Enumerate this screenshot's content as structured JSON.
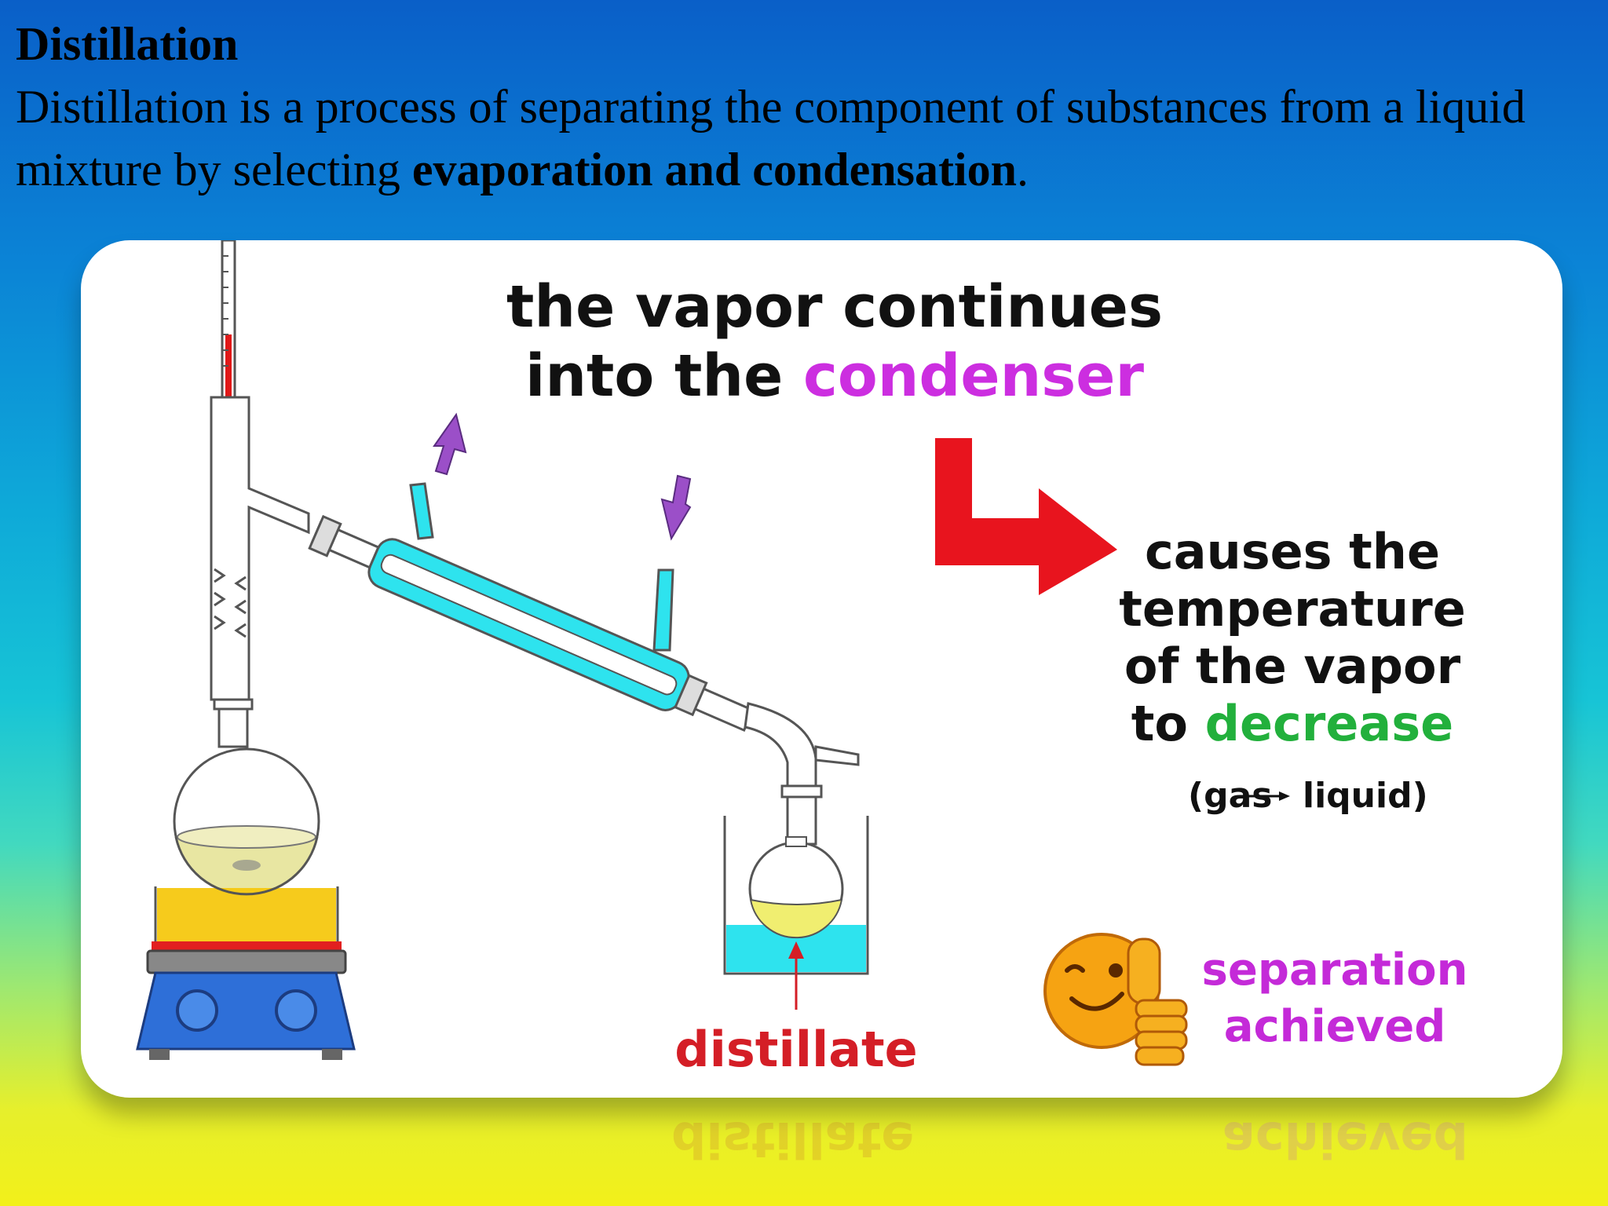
{
  "heading": {
    "title": "Distillation",
    "desc_part1": "Distillation is a process of separating the component of substances from a liquid mixture by selecting ",
    "desc_bold": "evaporation and condensation",
    "desc_end": "."
  },
  "diagram": {
    "vapor_line1": "the vapor continues",
    "vapor_line2_prefix": "into the ",
    "vapor_line2_highlight": "condenser",
    "causes_line1": "causes the",
    "causes_line2": "temperature",
    "causes_line3": "of the vapor",
    "causes_line4_prefix": "to ",
    "causes_line4_highlight": "decrease",
    "gas_label": "(gas",
    "liquid_label": "liquid)",
    "distillate_label": "distillate",
    "separation_line1": "separation",
    "separation_line2": "achieved",
    "reflection_distillate": "distillate",
    "reflection_achieved": "achieved"
  },
  "colors": {
    "condenser_highlight": "#cc2ee0",
    "decrease_highlight": "#22b03c",
    "arrow_red": "#e8141e",
    "distillate_red": "#d41e26",
    "separation_magenta": "#c42ad8",
    "water_cyan": "#2ee3ee",
    "liquid_yellow": "#f6d31c",
    "hotplate_blue": "#2e6fd8",
    "purple_arrow": "#9b4fc8"
  }
}
